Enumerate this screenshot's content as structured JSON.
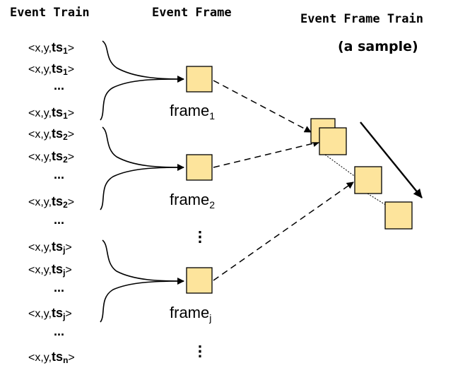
{
  "headings": {
    "event_train": "Event Train",
    "event_frame": "Event Frame",
    "event_frame_train": "Event Frame Train",
    "sample": "(a sample)"
  },
  "events": [
    {
      "prefix": "<x,y,",
      "ts": "ts",
      "sub": "1",
      "suffix": ">"
    },
    {
      "prefix": "<x,y,",
      "ts": "ts",
      "sub": "1",
      "suffix": ">"
    },
    {
      "prefix": "<x,y,",
      "ts": "ts",
      "sub": "1",
      "suffix": ">"
    },
    {
      "prefix": "<x,y,",
      "ts": "ts",
      "sub": "2",
      "suffix": ">"
    },
    {
      "prefix": "<x,y,",
      "ts": "ts",
      "sub": "2",
      "suffix": ">"
    },
    {
      "prefix": "<x,y,",
      "ts": "ts",
      "sub": "2",
      "suffix": ">"
    },
    {
      "prefix": "<x,y,",
      "ts": "ts",
      "sub": "j",
      "suffix": ">"
    },
    {
      "prefix": "<x,y,",
      "ts": "ts",
      "sub": "j",
      "suffix": ">"
    },
    {
      "prefix": "<x,y,",
      "ts": "ts",
      "sub": "j",
      "suffix": ">"
    },
    {
      "prefix": "<x,y,",
      "ts": "ts",
      "sub": "n",
      "suffix": ">"
    }
  ],
  "ellipsis": "...",
  "vertical_ellipsis": ":",
  "frames": [
    {
      "label": "frame",
      "sub": "1"
    },
    {
      "label": "frame",
      "sub": "2"
    },
    {
      "label": "frame",
      "sub": "j"
    }
  ],
  "colors": {
    "frame_fill": "#fde49c",
    "stroke": "#000000"
  }
}
